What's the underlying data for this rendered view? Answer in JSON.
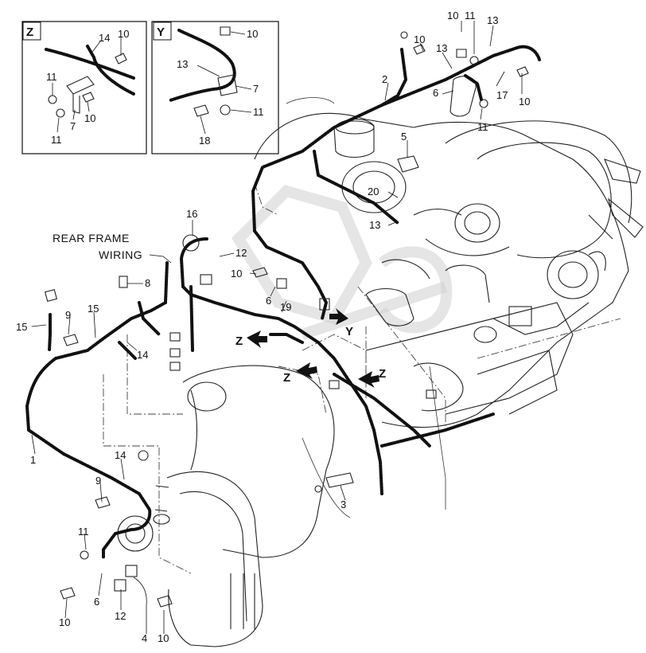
{
  "diagram": {
    "callout_z": "Z",
    "callout_y": "Y",
    "rear_frame_wiring": [
      "REAR FRAME",
      "WIRING"
    ],
    "view_markers": [
      {
        "id": "z1",
        "text": "Z"
      },
      {
        "id": "z2",
        "text": "Z"
      },
      {
        "id": "z3",
        "text": "Z"
      },
      {
        "id": "y1",
        "text": "Y"
      }
    ],
    "part_labels": [
      {
        "id": "zb-14",
        "text": "14"
      },
      {
        "id": "zb-10a",
        "text": "10"
      },
      {
        "id": "zb-11a",
        "text": "11"
      },
      {
        "id": "zb-10b",
        "text": "10"
      },
      {
        "id": "zb-7",
        "text": "7"
      },
      {
        "id": "zb-11b",
        "text": "11"
      },
      {
        "id": "yb-10",
        "text": "10"
      },
      {
        "id": "yb-13",
        "text": "13"
      },
      {
        "id": "yb-7",
        "text": "7"
      },
      {
        "id": "yb-11",
        "text": "11"
      },
      {
        "id": "yb-18",
        "text": "18"
      },
      {
        "id": "m-10a",
        "text": "10"
      },
      {
        "id": "m-11a",
        "text": "11"
      },
      {
        "id": "m-13a",
        "text": "13"
      },
      {
        "id": "m-10b",
        "text": "10"
      },
      {
        "id": "m-13b",
        "text": "13"
      },
      {
        "id": "m-2",
        "text": "2"
      },
      {
        "id": "m-6a",
        "text": "6"
      },
      {
        "id": "m-17",
        "text": "17"
      },
      {
        "id": "m-10c",
        "text": "10"
      },
      {
        "id": "m-11b",
        "text": "11"
      },
      {
        "id": "m-5",
        "text": "5"
      },
      {
        "id": "m-20",
        "text": "20"
      },
      {
        "id": "m-13c",
        "text": "13"
      },
      {
        "id": "m-16",
        "text": "16"
      },
      {
        "id": "m-12a",
        "text": "12"
      },
      {
        "id": "m-8",
        "text": "8"
      },
      {
        "id": "m-10d",
        "text": "10"
      },
      {
        "id": "m-6b",
        "text": "6"
      },
      {
        "id": "m-19",
        "text": "19"
      },
      {
        "id": "m-9a",
        "text": "9"
      },
      {
        "id": "m-15a",
        "text": "15"
      },
      {
        "id": "m-15b",
        "text": "15"
      },
      {
        "id": "m-14a",
        "text": "14"
      },
      {
        "id": "m-1",
        "text": "1"
      },
      {
        "id": "m-14b",
        "text": "14"
      },
      {
        "id": "m-9b",
        "text": "9"
      },
      {
        "id": "m-3",
        "text": "3"
      },
      {
        "id": "m-11c",
        "text": "11"
      },
      {
        "id": "m-6c",
        "text": "6"
      },
      {
        "id": "m-12b",
        "text": "12"
      },
      {
        "id": "m-10e",
        "text": "10"
      },
      {
        "id": "m-4",
        "text": "4"
      },
      {
        "id": "m-10f",
        "text": "10"
      }
    ]
  }
}
